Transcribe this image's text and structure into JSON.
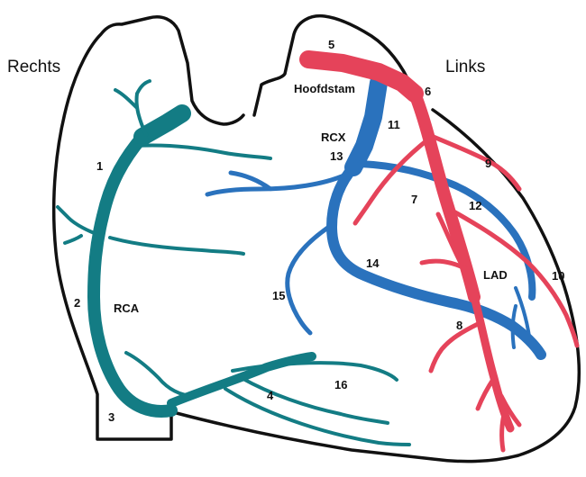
{
  "sides": {
    "right": "Rechts",
    "left": "Links"
  },
  "vessels": {
    "left_main": "Hoofdstam",
    "rcx": "RCX",
    "rca": "RCA",
    "lad": "LAD"
  },
  "segments": {
    "s1": "1",
    "s2": "2",
    "s3": "3",
    "s4": "4",
    "s5": "5",
    "s6": "6",
    "s7": "7",
    "s8": "8",
    "s9": "9",
    "s10": "10",
    "s11": "11",
    "s12": "12",
    "s13": "13",
    "s14": "14",
    "s15": "15",
    "s16": "16"
  },
  "colors": {
    "rca": "#137c84",
    "circumflex": "#2a72bd",
    "lad": "#e5435a",
    "outline": "#111111"
  }
}
